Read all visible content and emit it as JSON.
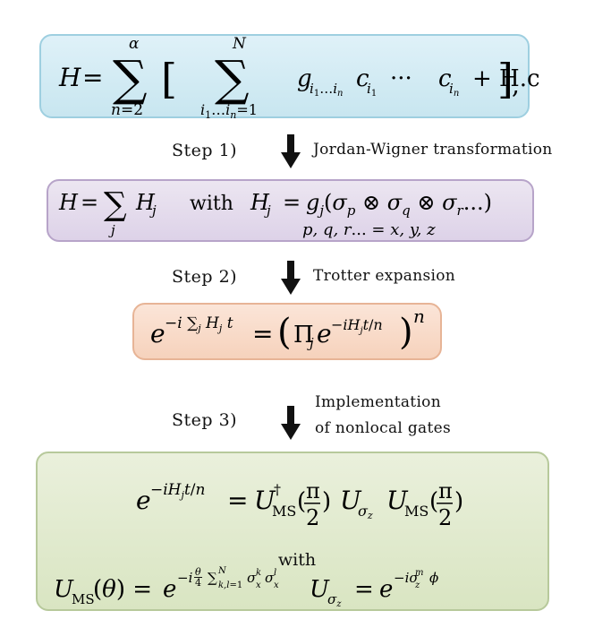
{
  "steps": [
    {
      "label": "Step 1)",
      "description": "Jordan-Wigner transformation"
    },
    {
      "label": "Step 2)",
      "description": "Trotter expansion"
    },
    {
      "label": "Step 3)",
      "description_line1": "Implementation",
      "description_line2": "of nonlocal gates"
    }
  ],
  "formulas": {
    "hamiltonian_general": "H = Σ_{n=2}^{α} [ Σ_{i1...in=1}^{N} g_{i1...in} c_{i1} ··· c_{in} + H.c. ],",
    "hamiltonian_spin": "H = Σ_j H_j  with  H_j = g_j(σ_p ⊗ σ_q ⊗ σ_r...)",
    "spin_indices": "p, q, r... = x, y, z",
    "trotter": "e^{-i Σ_j H_j t} = (Π_j e^{-i H_j t/n})^n",
    "gate_decomposition": "e^{-i H_j t/n} = U_MS†(π/2) U_σz U_MS(π/2)",
    "with_word": "with",
    "ms_gate": "U_MS(θ) = e^{-i θ/4 Σ_{k,l=1}^{N} σ_x^k σ_x^l}",
    "sigma_z_gate": "U_σz = e^{-i σ_z^m φ}"
  },
  "colors": {
    "box1": "#c8e6f0",
    "box2": "#ddd2e8",
    "box3": "#f6d2bc",
    "box4": "#d9e5c2",
    "arrow": "#111111"
  }
}
